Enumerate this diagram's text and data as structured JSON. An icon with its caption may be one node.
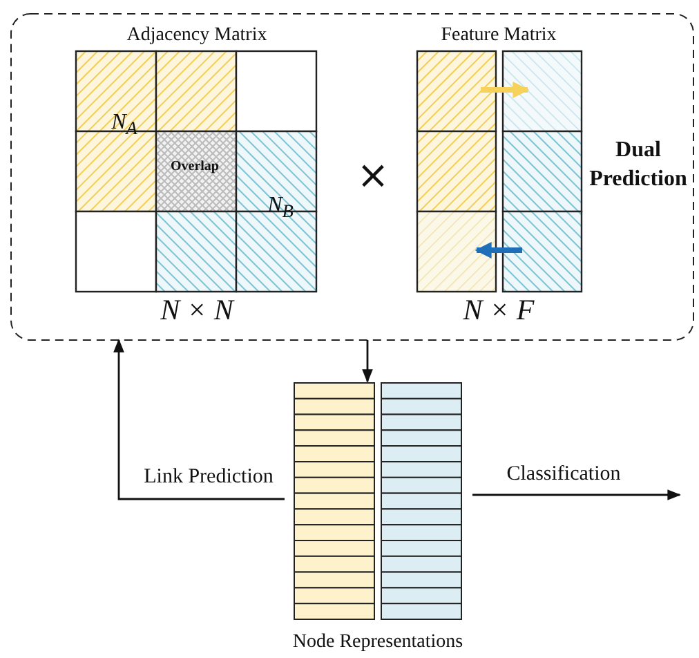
{
  "diagram": {
    "nodes": [
      {
        "text": [
          "Dual Prediction"
        ]
      },
      {
        "text": [
          "Adjacency Matrix"
        ],
        "beside": [
          "N × N"
        ],
        "in": 0
      },
      {
        "text": [
          "Feature Matrix"
        ],
        "beside": [
          "N × F"
        ],
        "in": 0
      },
      {
        "text": [
          "Node Representations"
        ]
      }
    ],
    "edges": [
      {
        "from": 0,
        "to": 3,
        "arrow": "to"
      },
      {
        "from": 3,
        "to": 0,
        "arrow": "to",
        "label": "Link Prediction"
      },
      {
        "from": 3,
        "to": null,
        "arrow": "to",
        "label": "Classification"
      }
    ],
    "labels": [
      "N$_{A}$",
      "Overlap",
      "N$_{B}$",
      "×"
    ]
  }
}
